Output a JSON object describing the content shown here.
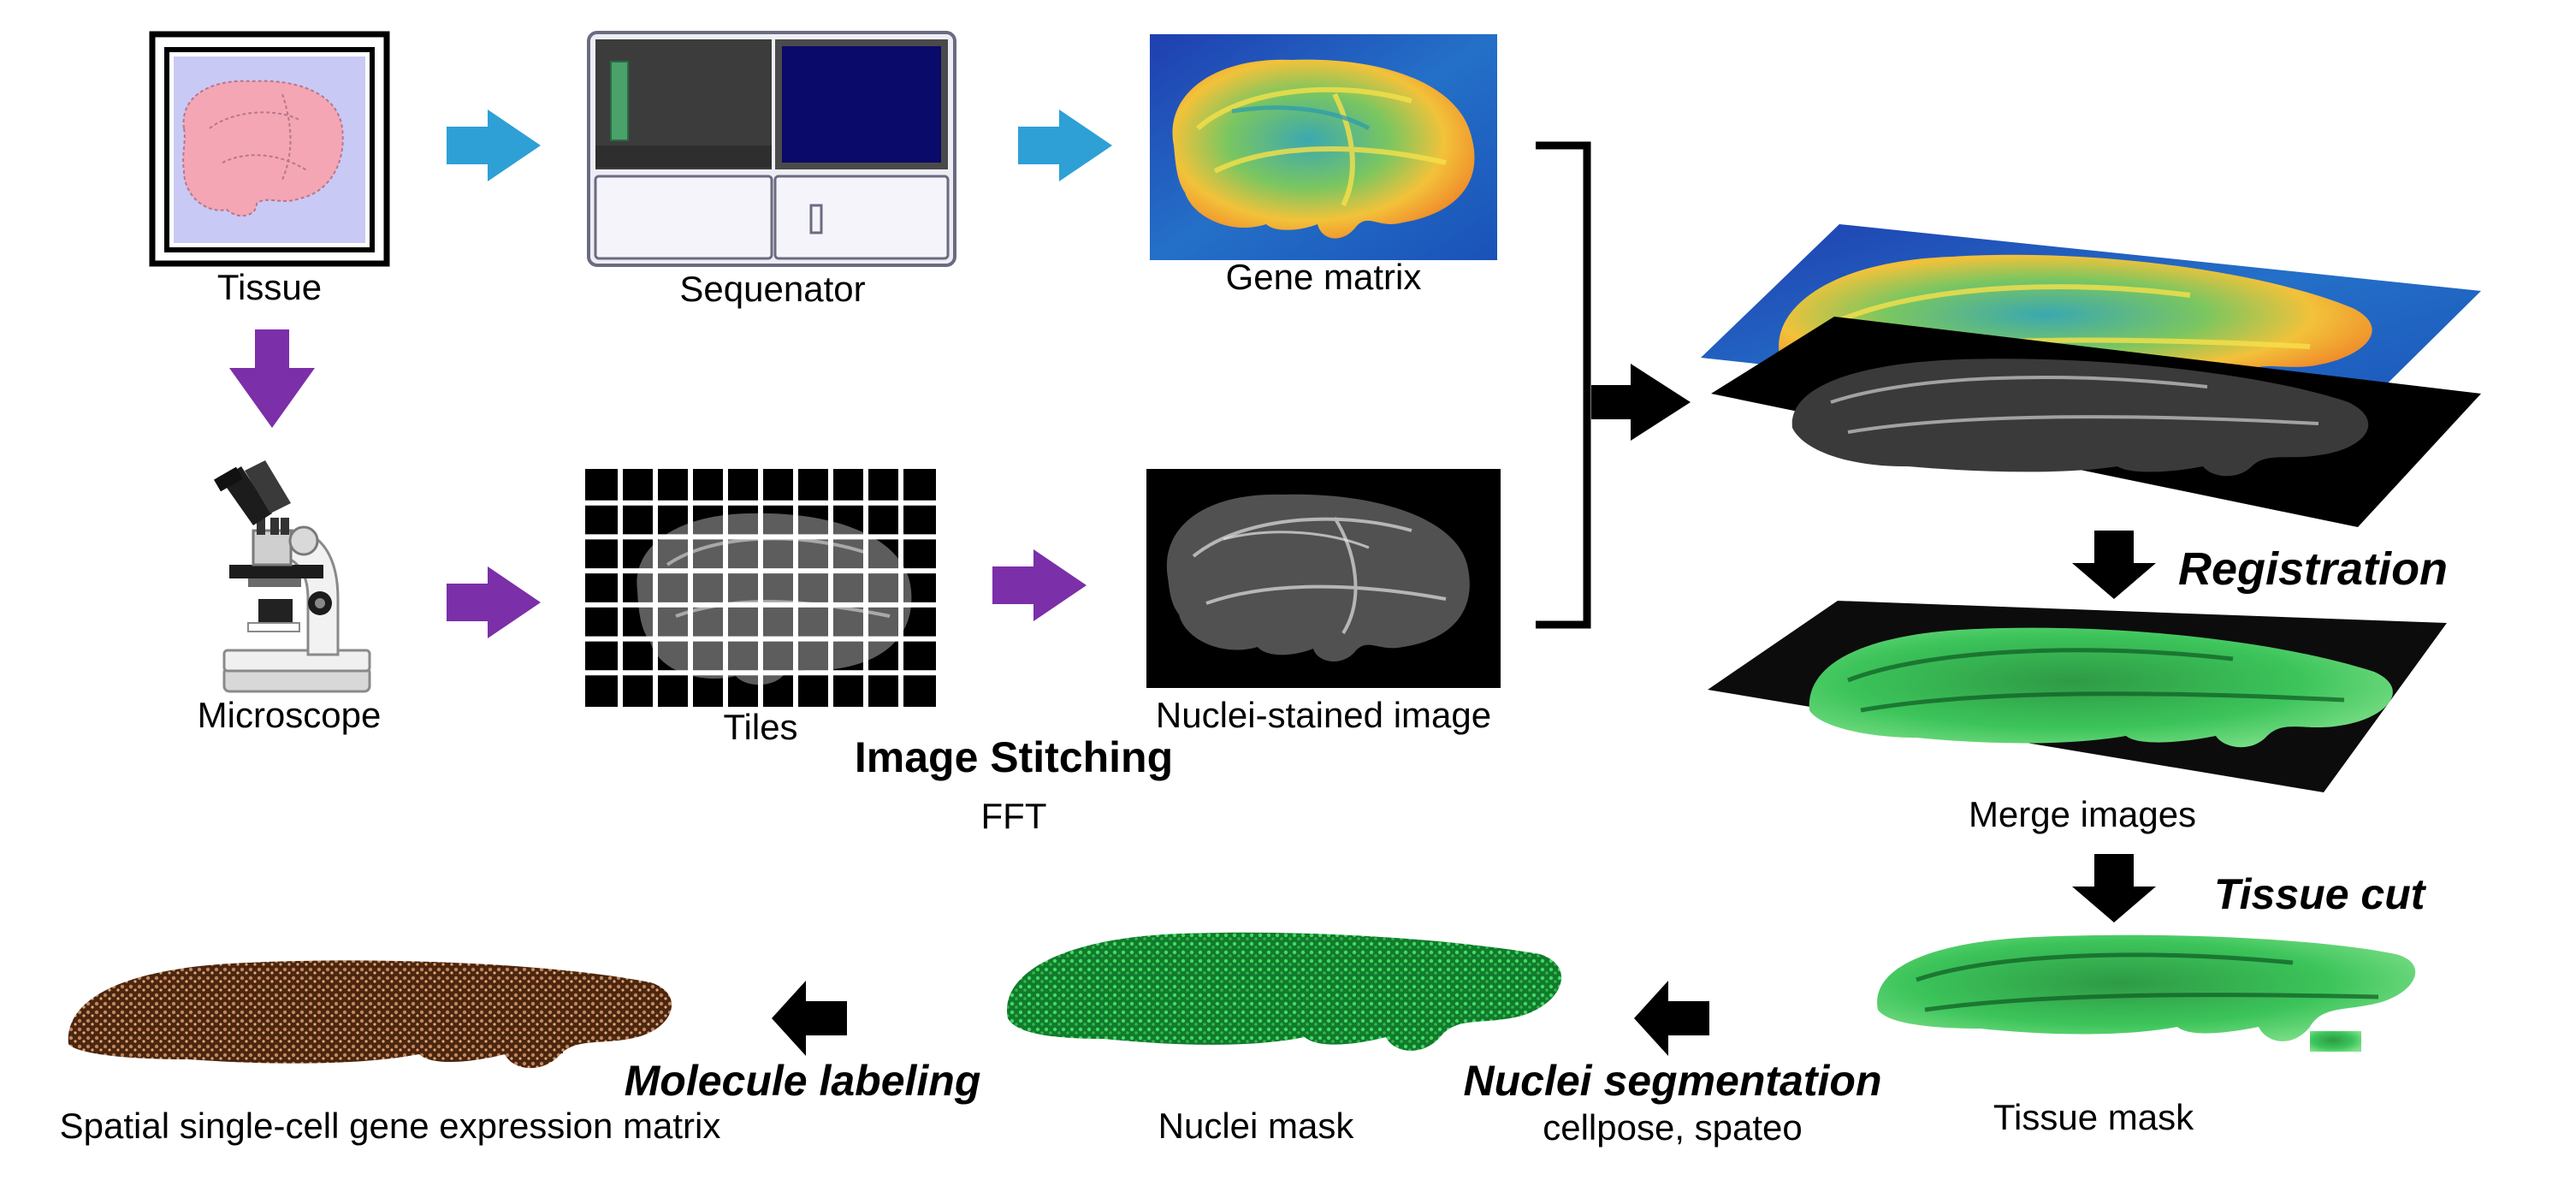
{
  "labels": {
    "tissue": "Tissue",
    "sequenator": "Sequenator",
    "gene_matrix": "Gene matrix",
    "microscope": "Microscope",
    "tiles": "Tiles",
    "nuclei_stained": "Nuclei-stained image",
    "image_stitching": "Image Stitching",
    "fft": "FFT",
    "registration": "Registration",
    "merge_images": "Merge images",
    "tissue_cut": "Tissue cut",
    "tissue_mask": "Tissue mask",
    "nuclei_segmentation": "Nuclei segmentation",
    "cellpose": "cellpose, spateo",
    "nuclei_mask": "Nuclei mask",
    "molecule_labeling": "Molecule labeling",
    "expression_matrix": "Spatial single-cell gene expression matrix"
  },
  "colors": {
    "sequencing_arrow": "#2ea0d6",
    "imaging_arrow": "#7b2fa8",
    "flow_arrow": "#000000",
    "tissue_pink": "#f4a6b5",
    "slide_lavender": "#c9c9f5",
    "stain_green": "#3cc45a",
    "expression_brown": "#9a5a30"
  },
  "icons": [
    "tissue-slide-icon",
    "sequencer-icon",
    "microscope-icon",
    "tiles-grid-icon"
  ]
}
